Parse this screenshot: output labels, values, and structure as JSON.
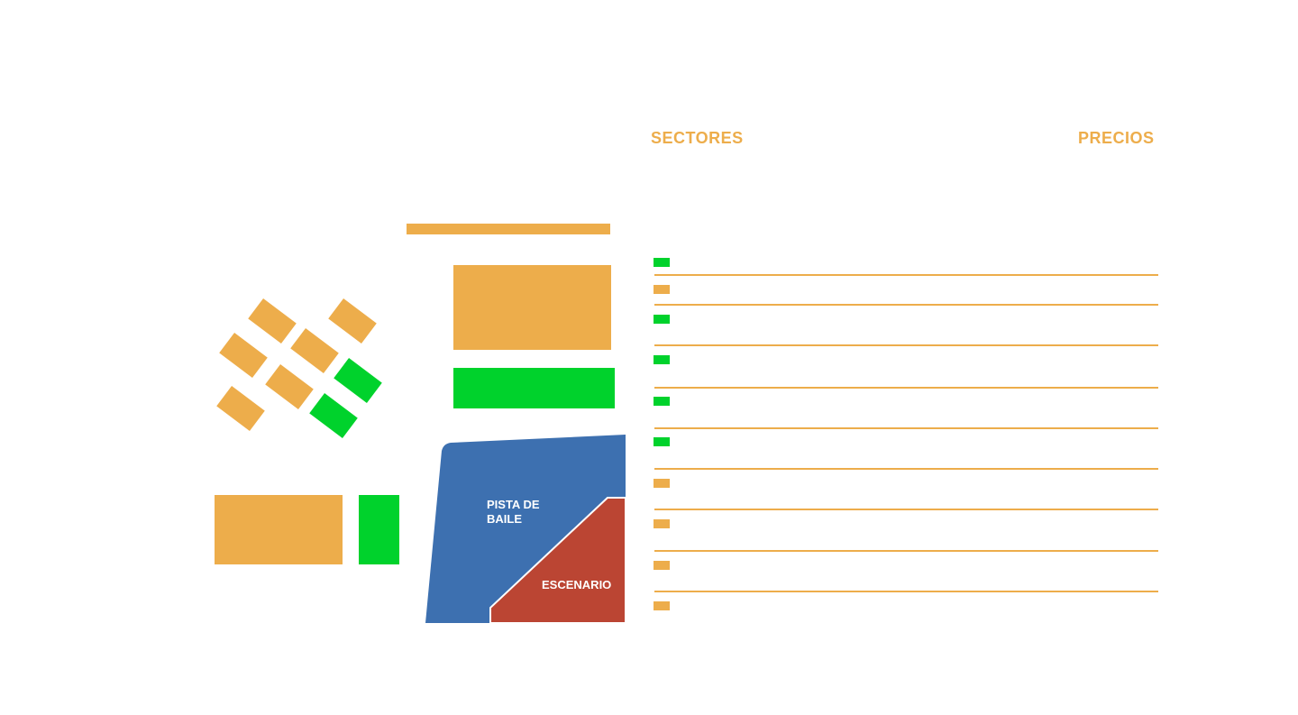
{
  "colors": {
    "sector_orange": "#edad4b",
    "sector_green": "#00d22c",
    "dance_floor": "#3d70b0",
    "stage": "#bb4533",
    "divider": "#edad4b",
    "heading": "#edad4b"
  },
  "legend": {
    "sectors_heading": "SECTORES",
    "prices_heading": "PRECIOS",
    "rows": [
      {
        "swatch": "green"
      },
      {
        "swatch": "orange"
      },
      {
        "swatch": "green"
      },
      {
        "swatch": "green"
      },
      {
        "swatch": "green"
      },
      {
        "swatch": "green"
      },
      {
        "swatch": "orange"
      },
      {
        "swatch": "orange"
      },
      {
        "swatch": "orange"
      },
      {
        "swatch": "orange"
      }
    ]
  },
  "map": {
    "dance_floor": {
      "label_line1": "PISTA DE",
      "label_line2": "BAILE"
    },
    "stage": {
      "label": "ESCENARIO"
    }
  }
}
